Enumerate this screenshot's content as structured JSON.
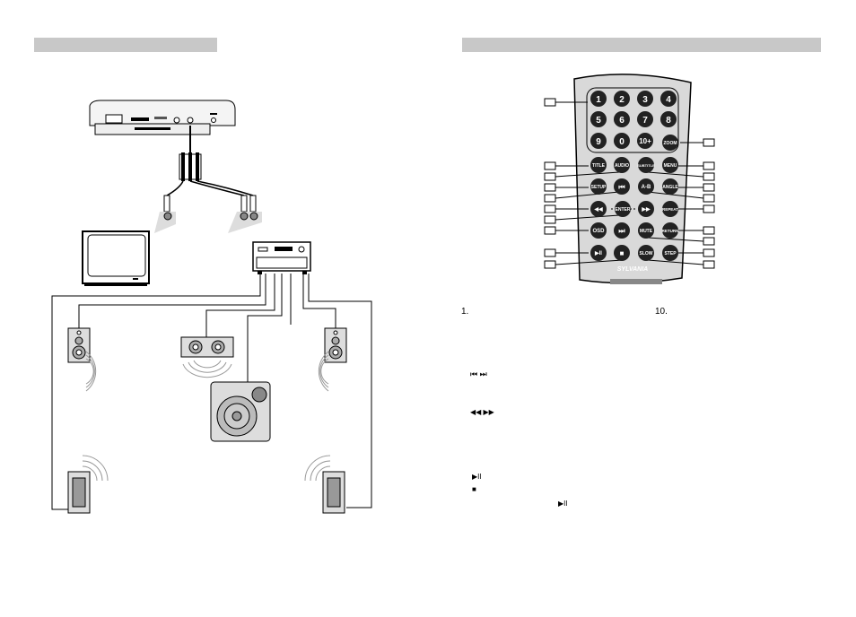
{
  "left_page": {
    "header_bar": ""
  },
  "right_page": {
    "header_bar": "",
    "remote": {
      "brand": "SYLVANIA",
      "buttons": [
        {
          "label": "1"
        },
        {
          "label": "2"
        },
        {
          "label": "3"
        },
        {
          "label": "4"
        },
        {
          "label": "5"
        },
        {
          "label": "6"
        },
        {
          "label": "7"
        },
        {
          "label": "8"
        },
        {
          "label": "9"
        },
        {
          "label": "0"
        },
        {
          "label": "10+"
        },
        {
          "label": "ZOOM"
        },
        {
          "label": "TITLE"
        },
        {
          "label": "AUDIO"
        },
        {
          "label": "SUBTITLE"
        },
        {
          "label": "MENU"
        },
        {
          "label": "SETUP"
        },
        {
          "label": "⏮"
        },
        {
          "label": "A-B"
        },
        {
          "label": "ANGLE"
        },
        {
          "label": "◀◀"
        },
        {
          "label": "ENTER"
        },
        {
          "label": "▶▶"
        },
        {
          "label": "REPEAT"
        },
        {
          "label": "OSD"
        },
        {
          "label": "⏭"
        },
        {
          "label": "MUTE"
        },
        {
          "label": "RETURN"
        },
        {
          "label": "▶II"
        },
        {
          "label": "■"
        },
        {
          "label": "SLOW"
        },
        {
          "label": "STEP"
        }
      ]
    },
    "list": {
      "item_1": "1.",
      "item_10": "10.",
      "skip_symbols": "⏮  ⏭",
      "scan_symbols": "◀◀   ▶▶",
      "play_pause_symbol": "▶II",
      "stop_symbol": "■",
      "play_pause_symbol_2": "▶II"
    }
  }
}
